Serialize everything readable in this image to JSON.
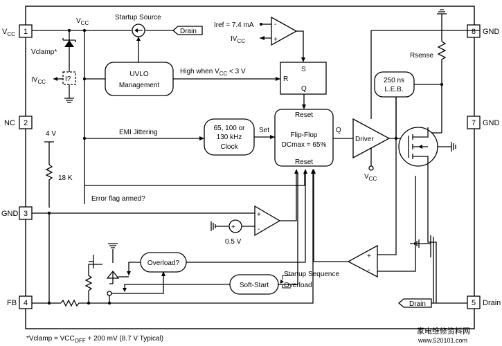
{
  "pins": {
    "p1": {
      "num": "1",
      "name": "V",
      "sub": "CC"
    },
    "p2": {
      "num": "2",
      "name": "NC"
    },
    "p3": {
      "num": "3",
      "name": "GND"
    },
    "p4": {
      "num": "4",
      "name": "FB"
    },
    "p5": {
      "num": "5",
      "name": "Drain"
    },
    "p7": {
      "num": "7",
      "name": "GND"
    },
    "p8": {
      "num": "8",
      "name": "GND"
    }
  },
  "labels": {
    "vcc_top": "V",
    "vcc_top_sub": "CC",
    "startup_source": "Startup Source",
    "drain_tag_top": "Drain",
    "iref": "Iref = 7.4 mA",
    "ivcc_right": "IV",
    "ivcc_right_sub": "CC",
    "vclamp": "Vclamp*",
    "ivcc_left": "IV",
    "ivcc_left_sub": "CC",
    "question_box": "I?",
    "uvlo_line1": "UVLO",
    "uvlo_line2": "Management",
    "high_when": "High when V",
    "high_when_sub": "CC",
    "high_when_tail": " < 3 V",
    "sr_s": "S",
    "sr_r": "R",
    "sr_q": "Q",
    "emi": "EMI Jittering",
    "clock_line1": "65, 100 or",
    "clock_line2": "130 kHz",
    "clock_line3": "Clock",
    "set": "Set",
    "ff_reset_top": "Reset",
    "ff_line1": "Flip-Flop",
    "ff_line2": "DCmax = 65%",
    "ff_reset_bottom": "Reset",
    "ff_q": "Q",
    "driver": "Driver",
    "vcc_driver": "V",
    "vcc_driver_sub": "CC",
    "rsense": "Rsense",
    "leb_line1": "250 ns",
    "leb_line2": "L.E.B.",
    "four_v": "4 V",
    "r18k": "18 K",
    "error_flag": "Error flag armed?",
    "v05": "0.5 V",
    "overload_q": "Overload?",
    "startup_seq": "Startup Sequence",
    "overload": "Overload",
    "softstart": "Soft-Start",
    "drain_tag_bottom": "Drain",
    "plus": "+",
    "minus": "-",
    "footnote_a": "*Vclamp = VCC",
    "footnote_sub": "OFF",
    "footnote_b": " + 200 mV (8.7 V Typical)",
    "watermark_cn": "家电维修资料网",
    "watermark_url": "www.520101.com"
  }
}
